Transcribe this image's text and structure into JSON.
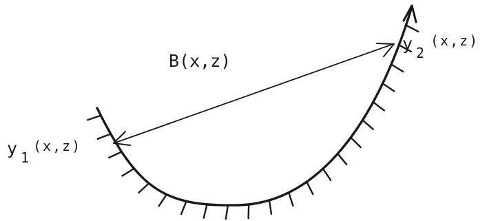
{
  "labels": {
    "y1": {
      "name": "y",
      "subscript": "1",
      "args": "(x,z)"
    },
    "y2": {
      "name": "y",
      "subscript": "2",
      "args": "(x,z)"
    },
    "b": "B(x,z)"
  },
  "colors": {
    "ink": "#1a1a1a",
    "background": "#ffffff"
  }
}
